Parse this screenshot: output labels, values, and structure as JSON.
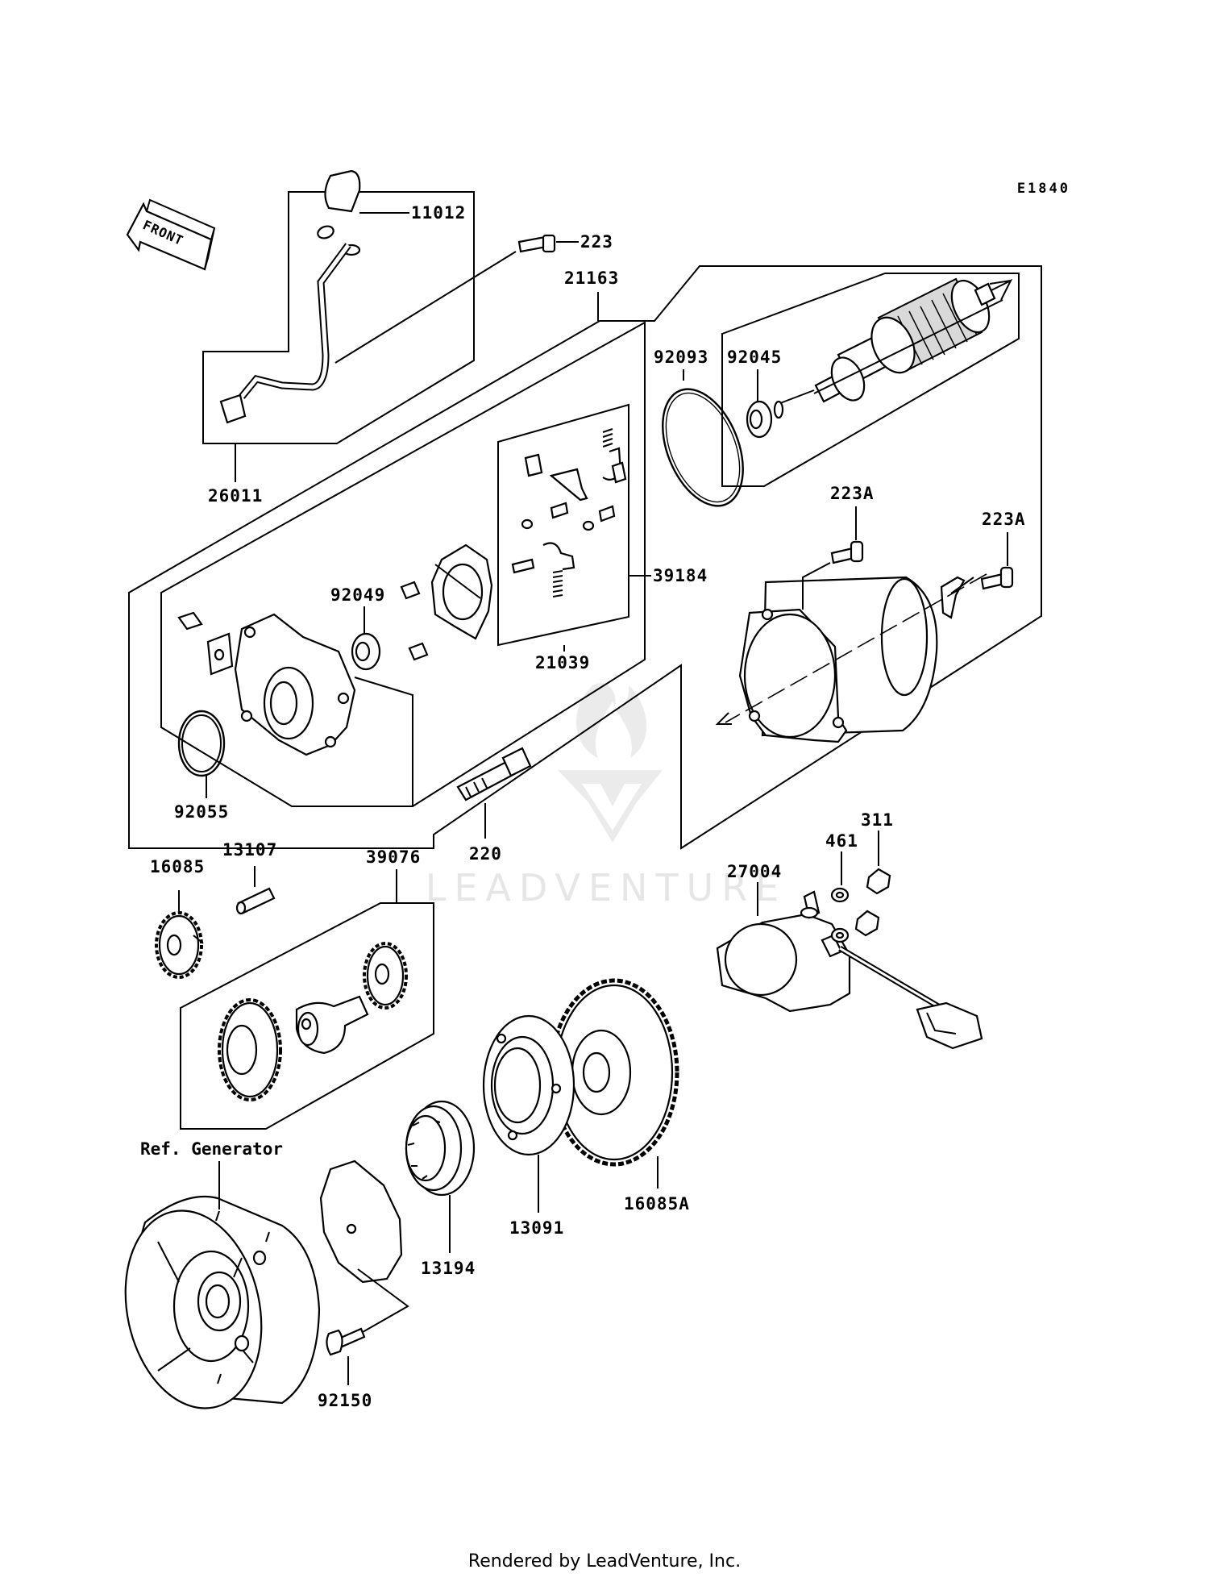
{
  "diagram_code": "E1840",
  "front_label": "FRONT",
  "reference_label": "Ref. Generator",
  "watermark": "LEADVENTURE",
  "footer": "Rendered by LeadVenture, Inc.",
  "parts": {
    "p11012": "11012",
    "p223": "223",
    "p21163": "21163",
    "p92093": "92093",
    "p92045": "92045",
    "p26011": "26011",
    "p223A_1": "223A",
    "p223A_2": "223A",
    "p92049": "92049",
    "p39184": "39184",
    "p21039": "21039",
    "p92055": "92055",
    "p220": "220",
    "p311": "311",
    "p461": "461",
    "p13107": "13107",
    "p39076": "39076",
    "p16085": "16085",
    "p27004": "27004",
    "p16085A": "16085A",
    "p13091": "13091",
    "p13194": "13194",
    "p92150": "92150"
  }
}
